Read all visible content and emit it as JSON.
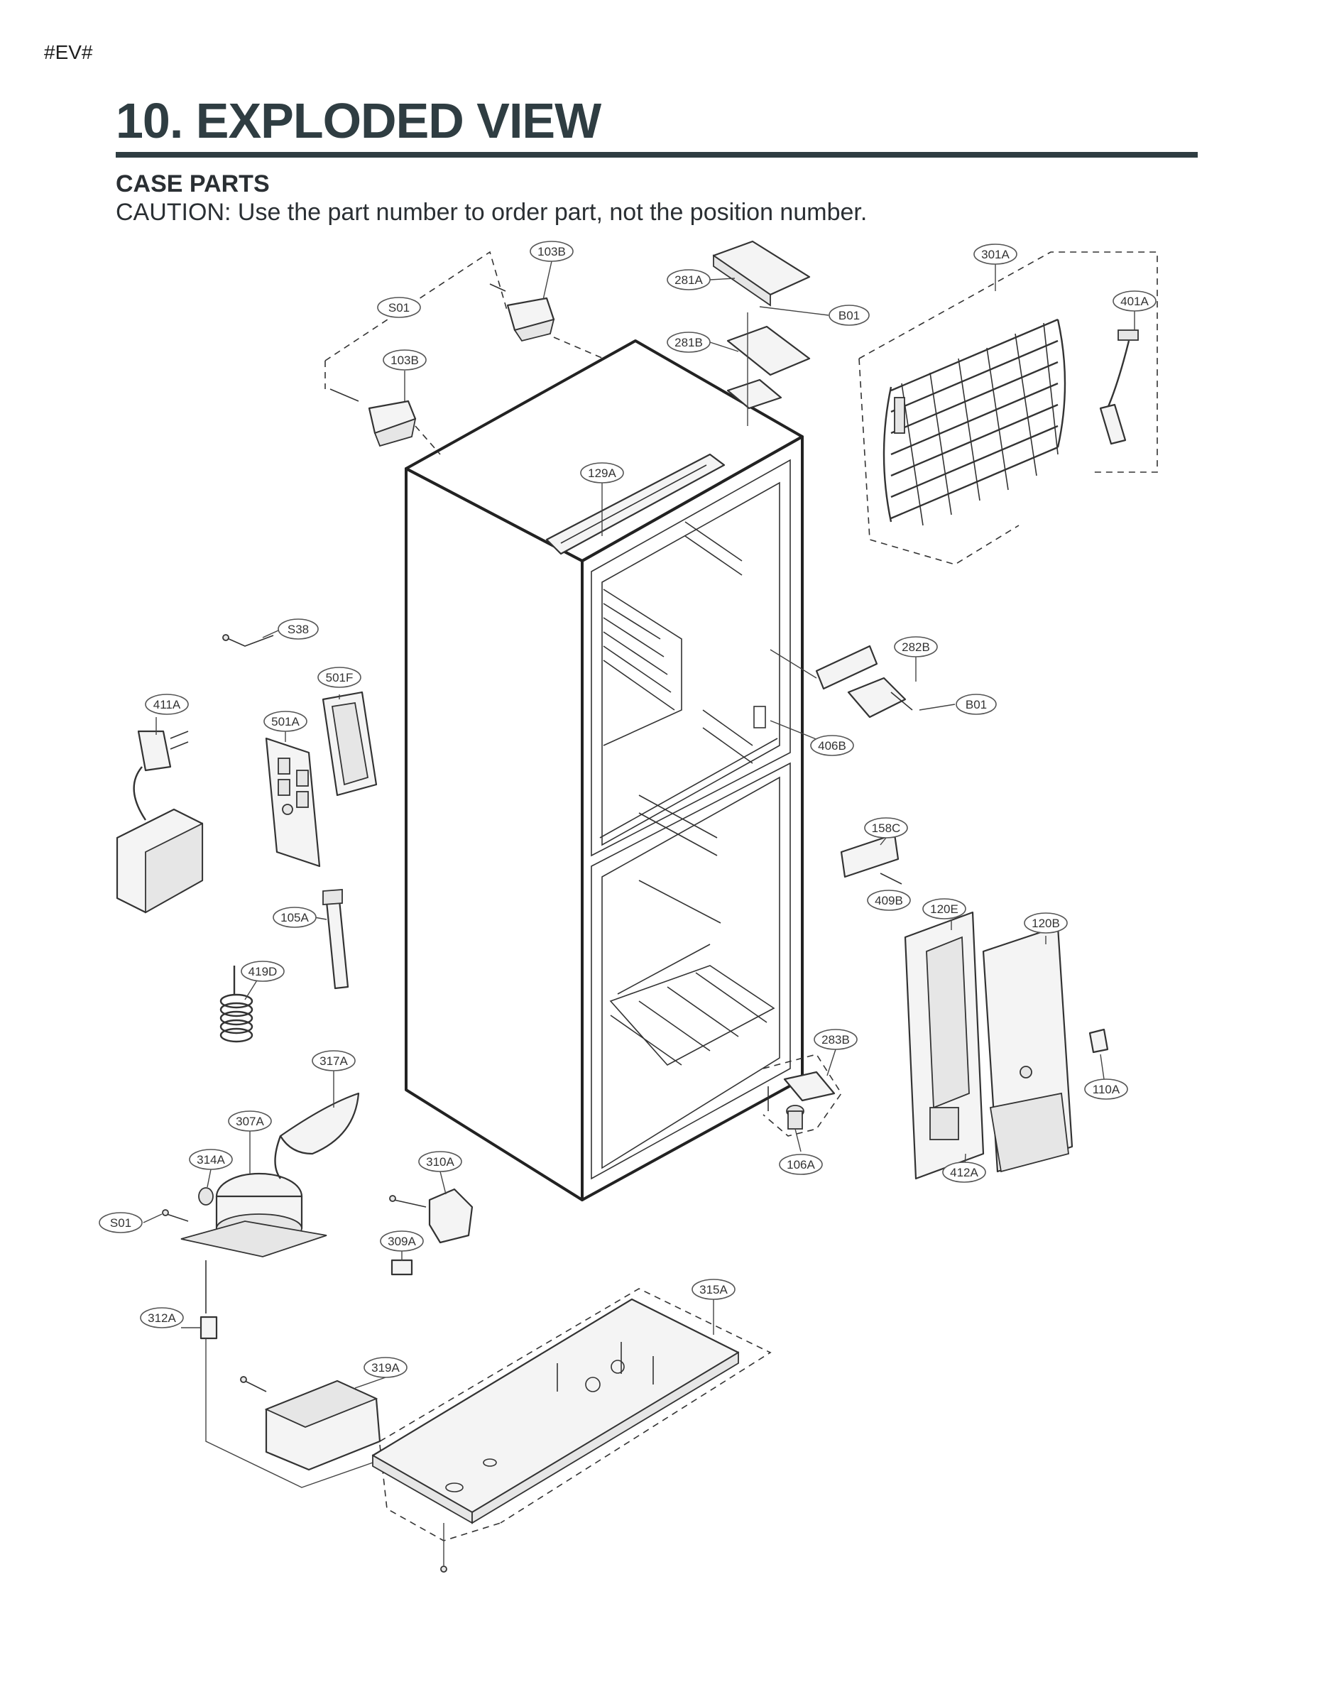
{
  "page_tag": "#EV#",
  "section_title": "10. EXPLODED VIEW",
  "subtitle": "CASE PARTS",
  "caution": "CAUTION: Use the part number to order part, not the position number.",
  "callouts": {
    "c103B_top": "103B",
    "c281A": "281A",
    "cB01_top": "B01",
    "c281B": "281B",
    "c301A": "301A",
    "c401A": "401A",
    "cS01_top": "S01",
    "c103B_left": "103B",
    "c129A": "129A",
    "cS38": "S38",
    "c282B": "282B",
    "cB01_mid": "B01",
    "c501F": "501F",
    "c411A": "411A",
    "c501A": "501A",
    "c406B": "406B",
    "c158C": "158C",
    "c409B": "409B",
    "c120E": "120E",
    "c120B": "120B",
    "c105A": "105A",
    "c419D": "419D",
    "c283B": "283B",
    "c110A": "110A",
    "c317A": "317A",
    "c307A": "307A",
    "c106A": "106A",
    "c412A": "412A",
    "c314A": "314A",
    "c310A": "310A",
    "cS01_bottom": "S01",
    "c309A": "309A",
    "c315A": "315A",
    "c312A": "312A",
    "c319A": "319A"
  }
}
